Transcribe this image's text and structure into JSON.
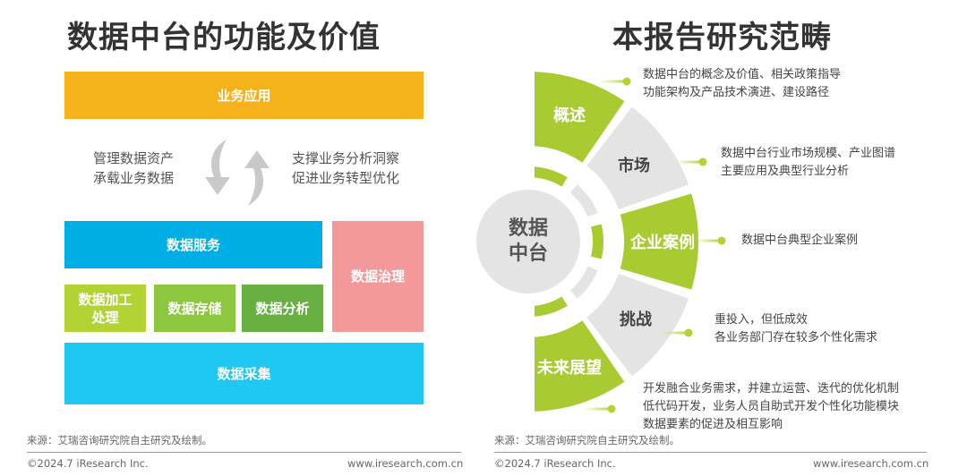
{
  "left": {
    "title": "数据中台的功能及价值",
    "top_box": "业务应用",
    "left_text": [
      "管理数据资产",
      "承载业务数据"
    ],
    "right_text": [
      "支撑业务分析洞察",
      "促进业务转型优化"
    ],
    "service": "数据服务",
    "process": [
      "数据加工",
      "处理"
    ],
    "storage": "数据存储",
    "analysis": "数据分析",
    "governance": "数据治理",
    "collection": "数据采集",
    "source": "来源：艾瑞咨询研究院自主研究及绘制。",
    "copyright": "©2024.7 iResearch Inc.",
    "website": "www.iresearch.com.cn"
  },
  "right": {
    "title": "本报告研究范畴",
    "center": [
      "数据",
      "中台"
    ],
    "segments": [
      {
        "label": "概述",
        "color": "#A9CB32",
        "desc": [
          "数据中台的概念及价值、相关政策指导",
          "功能架构及产品技术演进、建设路径"
        ]
      },
      {
        "label": "市场",
        "color": "#E4E4E4",
        "desc": [
          "数据中台行业市场规模、产业图谱",
          "主要应用及典型行业分析"
        ]
      },
      {
        "label": "企业案例",
        "color": "#A9CB32",
        "desc": [
          "数据中台典型企业案例"
        ]
      },
      {
        "label": "挑战",
        "color": "#E4E4E4",
        "desc": [
          "重投入，但低成效",
          "各业务部门存在较多个性化需求"
        ]
      },
      {
        "label": "未来展望",
        "color": "#A9CB32",
        "desc": [
          "开发融合业务需求，并建立运营、迭代的优化机制",
          "低代码开发，业务人员自助式开发个性化功能模块",
          "数据要素的促进及相互影响"
        ]
      }
    ],
    "source": "来源：艾瑞咨询研究院自主研究及绘制。",
    "copyright": "©2024.7 iResearch Inc.",
    "website": "www.iresearch.com.cn"
  },
  "colors": {
    "orange": "#F5B21B",
    "blue": "#00AEE6",
    "cyan": "#1EC8F2",
    "lime": "#B3D335",
    "green": "#8DC63F",
    "darkgreen": "#68B044",
    "pink": "#F4999A"
  }
}
